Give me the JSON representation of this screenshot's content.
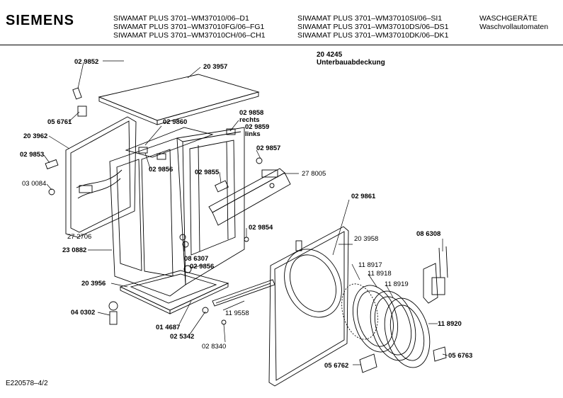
{
  "header": {
    "brand": "SIEMENS",
    "models_left": [
      "SIWAMAT PLUS 3701–WM37010/06–D1",
      "SIWAMAT PLUS 3701–WM37010FG/06–FG1",
      "SIWAMAT PLUS 3701–WM37010CH/06–CH1"
    ],
    "models_right": [
      "SIWAMAT PLUS 3701–WM37010SI/06–SI1",
      "SIWAMAT PLUS 3701–WM37010DS/06–DS1",
      "SIWAMAT PLUS 3701–WM37010DK/06–DK1"
    ],
    "category": [
      "WASCHGERÄTE",
      "Waschvollautomaten"
    ]
  },
  "note": {
    "part": "20 4245",
    "desc": "Unterbauabdeckung"
  },
  "footer": "E220578–4/2",
  "parts": {
    "p1": "02 9852",
    "p2": "20 3957",
    "p3": "02 9860",
    "p4": "02 9858",
    "p4b": "rechts",
    "p5": "02 9859",
    "p5b": "links",
    "p6": "05 6761",
    "p7": "20 3962",
    "p8": "02 9857",
    "p9": "02 9853",
    "p10": "02 9856",
    "p11": "02 9855",
    "p12": "27 8005",
    "p13": "03 0084",
    "p14": "27 2706",
    "p15": "02 9861",
    "p16": "02 9854",
    "p17": "23 0882",
    "p18": "20 3958",
    "p19": "08 6308",
    "p20": "08 6307",
    "p21": "02 9856",
    "p22": "11 8917",
    "p23": "11 8918",
    "p24": "11 8919",
    "p25": "20 3956",
    "p26": "11 9558",
    "p27": "04 0302",
    "p28": "11 8920",
    "p29": "01 4687",
    "p30": "02 5342",
    "p31": "02 8340",
    "p32": "05 6762",
    "p33": "05 6763"
  }
}
